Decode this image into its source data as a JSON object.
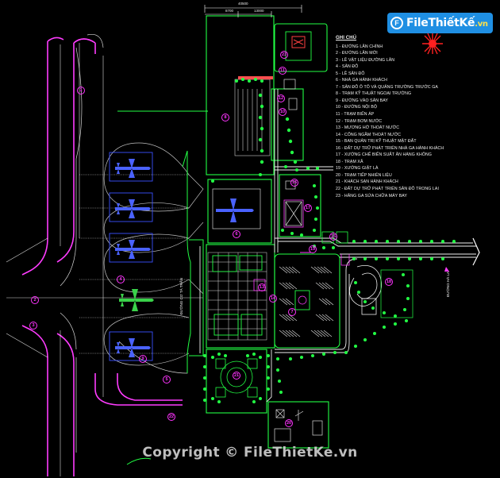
{
  "legend": {
    "title": "GHI CHÚ",
    "items": [
      "1 - ĐƯỜNG LĂN CHÍNH",
      "2 - ĐƯỜNG LĂN MỚI",
      "3 - LỀ VẬT LIỆU ĐƯỜNG LĂN",
      "4 - SÂN ĐỖ",
      "5 - LỀ SÂN ĐỖ",
      "6 - NHÀ GA HÀNH KHÁCH",
      "7 - SÂN ĐỖ Ô TÔ VÀ QUẢNG TRƯỜNG TRƯỚC GA",
      "8 - TRẠM KỸ THUẬT NGOẠI TRƯỜNG",
      "9 - ĐƯỜNG VÀO SÂN BAY",
      "10 - ĐƯỜNG NỘI BỘ",
      "11 - TRẠM BIẾN ÁP",
      "12 - TRẠM BƠM NƯỚC",
      "13 - MƯƠNG HỞ THOÁT NƯỚC",
      "14 - CỐNG NGẦM THOÁT NƯỚC",
      "15 - BAN QUẢN TRỊ KỸ THUẬT MẶT ĐẤT",
      "16 - ĐẤT DỰ TRỮ PHÁT TRIỂN NHÀ GA HÀNH KHÁCH",
      "17 - XƯỞNG CHẾ BIẾN SUẤT ĂN HÀNG KHÔNG",
      "18 - TRẠM XĂ",
      "19 - XƯỞNG GIẶT LÀ",
      "20 - TRẠM TIẾP NHIÊN LIỆU",
      "21 - KHÁCH SẠN HÀNH KHÁCH",
      "22 - ĐẤT DỰ TRỮ PHÁT TRIỂN SÂN ĐỖ TRONG LAI",
      "23 - HĂNG GA SỬA CHỮA MÁY BAY"
    ]
  },
  "dimensions": {
    "top_total": "40500",
    "left": "8700",
    "mid": "13000"
  },
  "road_labels": {
    "left": "ĐƯỜNG CƠ TÁ TRẤN",
    "right": "ĐƯỜNG HÀ LA"
  },
  "zone_labels": [
    "1",
    "2",
    "3",
    "4",
    "5",
    "6",
    "7",
    "8",
    "9",
    "10",
    "11",
    "12",
    "13",
    "14",
    "15",
    "16",
    "17",
    "18",
    "19",
    "20",
    "21",
    "22",
    "23"
  ],
  "watermark": {
    "brand": "FileThiết",
    "brand2": "Kế",
    "tld": ".vn",
    "copyright": "Copyright © FileThietKe.vn"
  },
  "colors": {
    "taxiway": "#ff3cff",
    "building": "#22ff44",
    "aircraft": "#1e3cff",
    "background": "#000000",
    "label": "#ff33ff"
  }
}
